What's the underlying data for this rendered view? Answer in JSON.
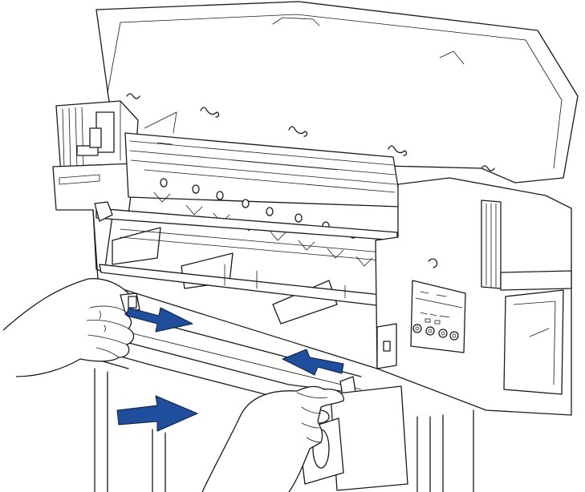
{
  "illustration": {
    "subject": "large-format-printer-loading-media",
    "arrow_color": "#1f4e9c",
    "line_color": "#1a1a1a",
    "background_color": "#ffffff",
    "arrows": [
      {
        "name": "left-arrow-pointing-right"
      },
      {
        "name": "right-arrow-pointing-left"
      },
      {
        "name": "bottom-arrow-pointing-right"
      }
    ]
  }
}
